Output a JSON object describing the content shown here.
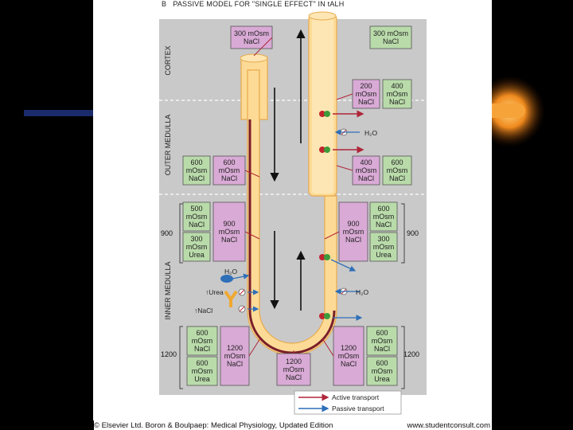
{
  "panel": {
    "letter": "B",
    "title": "PASSIVE MODEL FOR \"SINGLE EFFECT\" IN tALH"
  },
  "zones": {
    "cortex": "CORTEX",
    "outer": "OUTER MEDULLA",
    "inner": "INNER MEDULLA"
  },
  "markers": {
    "left900": "900",
    "right900": "900",
    "left1200": "1200",
    "right1200": "1200"
  },
  "boxes": {
    "top_left": [
      "300 mOsm",
      "NaCl"
    ],
    "top_right": [
      "300 mOsm",
      "NaCl"
    ],
    "r200": [
      "200",
      "mOsm",
      "NaCl"
    ],
    "r400": [
      "400",
      "mOsm",
      "NaCl"
    ],
    "l600a": [
      "600",
      "mOsm",
      "NaCl"
    ],
    "l600b": [
      "600",
      "mOsm",
      "NaCl"
    ],
    "r400b": [
      "400",
      "mOsm",
      "NaCl"
    ],
    "r600b": [
      "600",
      "mOsm",
      "NaCl"
    ],
    "l500": [
      "500",
      "mOsm",
      "NaCl"
    ],
    "l300u": [
      "300",
      "mOsm",
      "Urea"
    ],
    "l900": [
      "900",
      "mOsm",
      "NaCl"
    ],
    "r900": [
      "900",
      "mOsm",
      "NaCl"
    ],
    "r600c": [
      "600",
      "mOsm",
      "NaCl"
    ],
    "r300u": [
      "300",
      "mOsm",
      "Urea"
    ],
    "l600d": [
      "600",
      "mOsm",
      "NaCl"
    ],
    "l600u": [
      "600",
      "mOsm",
      "Urea"
    ],
    "l1200": [
      "1200",
      "mOsm",
      "NaCl"
    ],
    "bottom1200": [
      "1200",
      "mOsm",
      "NaCl"
    ],
    "r1200": [
      "1200",
      "mOsm",
      "NaCl"
    ],
    "r600d": [
      "600",
      "mOsm",
      "NaCl"
    ],
    "r600u": [
      "600",
      "mOsm",
      "Urea"
    ]
  },
  "labels": {
    "h2o": "H₂O",
    "urea": "↑Urea",
    "nacl": "↑NaCl"
  },
  "legend": {
    "active": "Active transport",
    "passive": "Passive transport"
  },
  "colors": {
    "pink": "#d9aad6",
    "green": "#b9dbaa",
    "tubule": "#fddb96",
    "wall": "#e8aa4d",
    "lining": "#7a1e2a",
    "active": "#b0263a",
    "passive": "#2f6fb8",
    "bg": "#c9c9c9"
  },
  "footer": {
    "left": "© Elsevier Ltd. Boron & Boulpaep: Medical Physiology, Updated Edition",
    "right": "www.studentconsult.com"
  }
}
